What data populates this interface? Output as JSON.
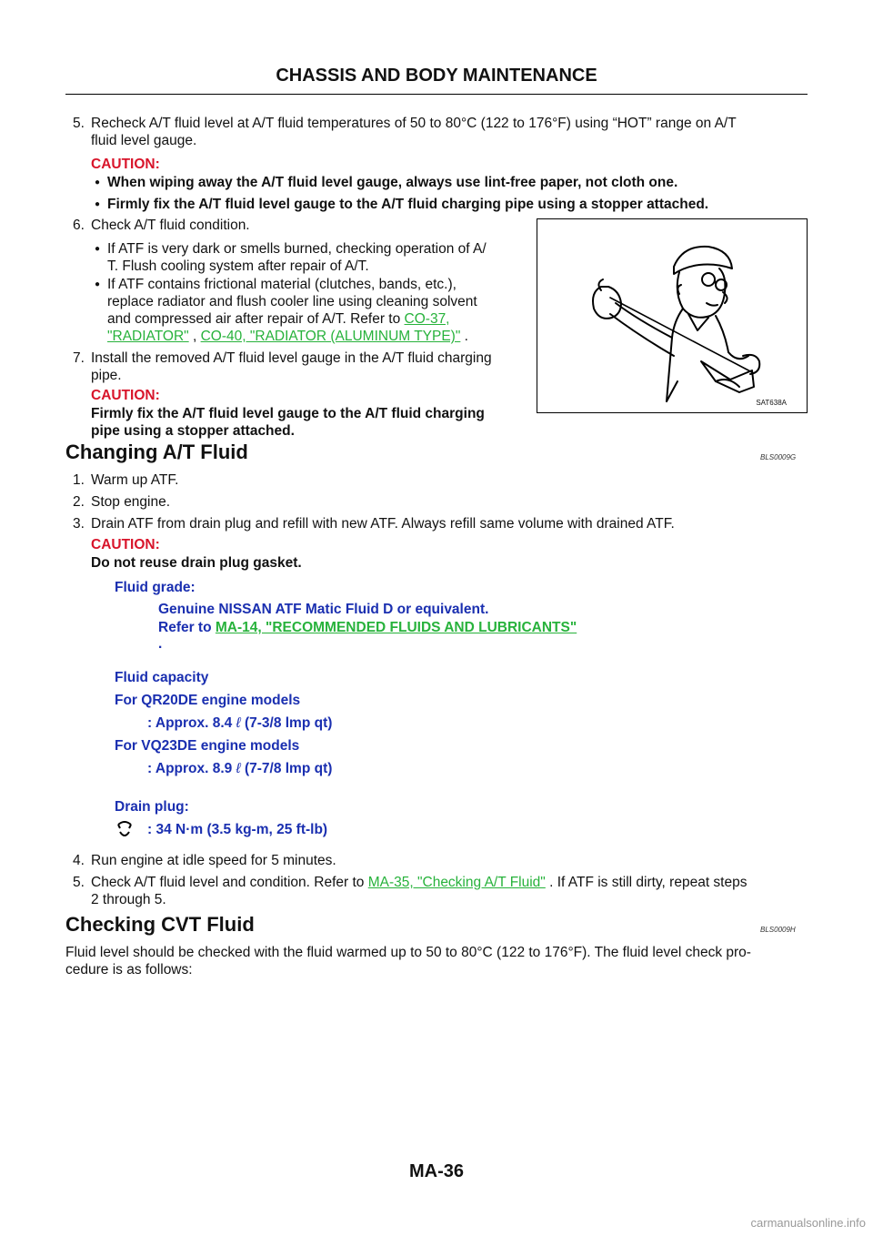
{
  "header": {
    "title": "CHASSIS AND BODY MAINTENANCE"
  },
  "step5": {
    "num": "5.",
    "line1": "Recheck A/T fluid level at A/T fluid temperatures of 50 to 80°C (122 to 176°F) using “HOT” range on A/T",
    "line2": "fluid level gauge.",
    "caution_label": "CAUTION:",
    "bullet1": "When wiping away the A/T fluid level gauge, always use lint-free paper, not cloth one.",
    "bullet2": "Firmly fix the A/T fluid level gauge to the A/T fluid charging pipe using a stopper attached."
  },
  "step6": {
    "num": "6.",
    "text": "Check A/T fluid condition.",
    "b1_line1": "If ATF is very dark or smells burned, checking operation of A/",
    "b1_line2": "T. Flush cooling system after repair of A/T.",
    "b2_line1": "If ATF contains frictional material (clutches, bands, etc.),",
    "b2_line2": "replace radiator and flush cooler line using cleaning solvent",
    "b2_line3_pre": "and compressed air after repair of A/T. Refer to",
    "b2_link1a": "CO-37,",
    "b2_link1b": "\"RADIATOR\"",
    "b2_sep": ",",
    "b2_link2": "CO-40, \"RADIATOR (ALUMINUM TYPE)\"",
    "b2_end": "."
  },
  "step7": {
    "num": "7.",
    "line1": "Install the removed A/T fluid level gauge in the A/T fluid charging",
    "line2": "pipe.",
    "caution_label": "CAUTION:",
    "caution_line1": "Firmly fix the A/T fluid level gauge to the A/T fluid charging",
    "caution_line2": "pipe using a stopper attached."
  },
  "figure": {
    "code": "SAT638A"
  },
  "section1": {
    "title": "Changing A/T Fluid",
    "tag": "BLS0009G",
    "s1": "Warm up ATF.",
    "s2": "Stop engine.",
    "s3": "Drain ATF from drain plug and refill with new ATF. Always refill same volume with drained ATF.",
    "caution_label": "CAUTION:",
    "caution_text": "Do not reuse drain plug gasket.",
    "fluid_grade_label": "Fluid grade:",
    "fluid_grade_value": "Genuine NISSAN ATF Matic Fluid D or equivalent.",
    "refer_pre": "Refer to",
    "refer_link": "MA-14, \"RECOMMENDED FLUIDS AND LUBRICANTS\"",
    "refer_end": ".",
    "capacity_label": "Fluid capacity",
    "qr_label": "For QR20DE engine models",
    "qr_value_a": ": Approx. 8.4",
    "qr_value_b": "(7-3/8 lmp qt)",
    "vq_label": "For VQ23DE engine models",
    "vq_value_a": ": Approx. 8.9",
    "vq_value_b": "(7-7/8 lmp qt)",
    "liter_glyph": "ℓ",
    "drain_label": "Drain plug:",
    "drain_value": ": 34 N·m (3.5 kg-m, 25 ft-lb)",
    "s4": "Run engine at idle speed for 5 minutes.",
    "s5_pre": "Check A/T fluid level and condition. Refer to",
    "s5_link": "MA-35, \"Checking A/T Fluid\"",
    "s5_post": ". If ATF is still dirty, repeat steps",
    "s5_line2": "2 through 5."
  },
  "section2": {
    "title": "Checking CVT Fluid",
    "tag": "BLS0009H",
    "line1": "Fluid level should be checked with the fluid warmed up to 50 to 80°C (122 to 176°F). The fluid level check pro-",
    "line2": "cedure is as follows:"
  },
  "footer": {
    "page": "MA-36"
  },
  "watermark": "carmanualsonline.info",
  "colors": {
    "caution": "#d8142a",
    "spec": "#1a2fb0",
    "link": "#27b23b"
  },
  "icons": {
    "torque": "torque-wrench-icon",
    "figure": "mechanic-checking-dipstick-illustration"
  }
}
